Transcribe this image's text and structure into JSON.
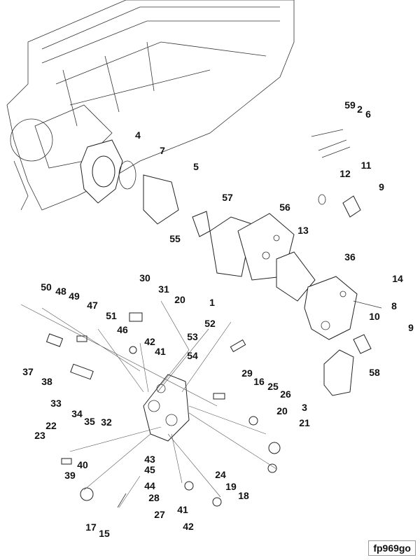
{
  "figure_id": "fp969go",
  "callouts": [
    "59",
    "2",
    "6",
    "11",
    "12",
    "9",
    "4",
    "7",
    "5",
    "57",
    "56",
    "55",
    "13",
    "36",
    "14",
    "8",
    "10",
    "9",
    "58",
    "3",
    "1",
    "30",
    "31",
    "20",
    "50",
    "48",
    "49",
    "47",
    "51",
    "46",
    "42",
    "41",
    "53",
    "54",
    "52",
    "37",
    "38",
    "33",
    "34",
    "35",
    "32",
    "29",
    "16",
    "25",
    "26",
    "20",
    "21",
    "22",
    "23",
    "40",
    "39",
    "43",
    "45",
    "44",
    "28",
    "41",
    "27",
    "42",
    "24",
    "19",
    "18",
    "17",
    "15"
  ]
}
